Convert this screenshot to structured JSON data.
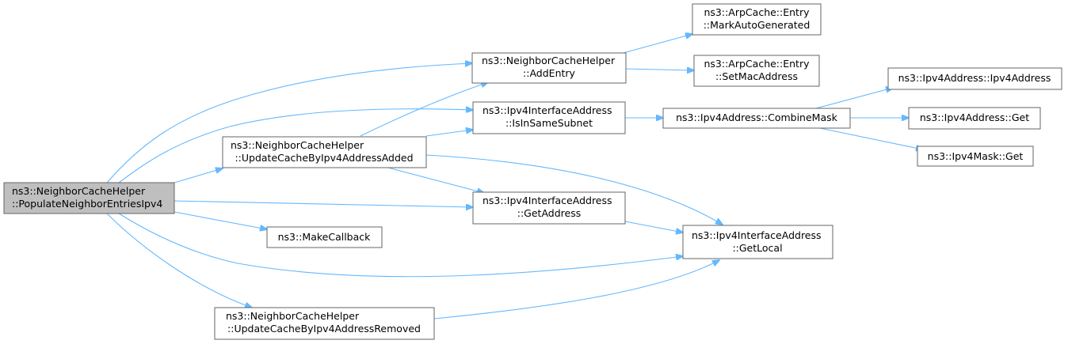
{
  "colors": {
    "edge": "#63b8ff",
    "node_border": "#666666",
    "root_fill": "#bfbfbf",
    "node_fill": "#ffffff"
  },
  "nodes": {
    "root": {
      "lines": [
        "ns3::NeighborCacheHelper",
        "::PopulateNeighborEntriesIpv4"
      ]
    },
    "update_added": {
      "lines": [
        "ns3::NeighborCacheHelper",
        "::UpdateCacheByIpv4AddressAdded"
      ]
    },
    "make_callback": {
      "lines": [
        "ns3::MakeCallback"
      ]
    },
    "update_removed": {
      "lines": [
        "ns3::NeighborCacheHelper",
        "::UpdateCacheByIpv4AddressRemoved"
      ]
    },
    "add_entry": {
      "lines": [
        "ns3::NeighborCacheHelper",
        "::AddEntry"
      ]
    },
    "is_in_same_subnet": {
      "lines": [
        "ns3::Ipv4InterfaceAddress",
        "::IsInSameSubnet"
      ]
    },
    "get_address": {
      "lines": [
        "ns3::Ipv4InterfaceAddress",
        "::GetAddress"
      ]
    },
    "get_local": {
      "lines": [
        "ns3::Ipv4InterfaceAddress",
        "::GetLocal"
      ]
    },
    "mark_auto": {
      "lines": [
        "ns3::ArpCache::Entry",
        "::MarkAutoGenerated"
      ]
    },
    "set_mac": {
      "lines": [
        "ns3::ArpCache::Entry",
        "::SetMacAddress"
      ]
    },
    "combine_mask": {
      "lines": [
        "ns3::Ipv4Address::CombineMask"
      ]
    },
    "ipv4address_ctor": {
      "lines": [
        "ns3::Ipv4Address::Ipv4Address"
      ]
    },
    "ipv4address_get": {
      "lines": [
        "ns3::Ipv4Address::Get"
      ]
    },
    "ipv4mask_get": {
      "lines": [
        "ns3::Ipv4Mask::Get"
      ]
    }
  }
}
